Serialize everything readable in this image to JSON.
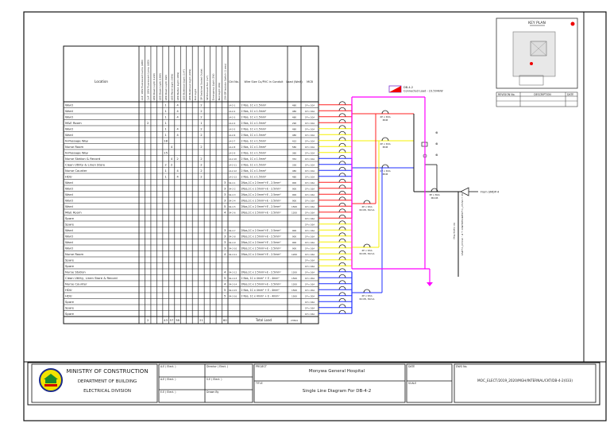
{
  "table": {
    "location_header": "Location",
    "fixture_headers": [
      "2x4' 18W Fluorescent Lamp (LED)",
      "1x4' 18W Fluorescent Lamp (LED)",
      "LED Down Light (12W)",
      "LED Down Light (18W)",
      "LED Down Light (6W)",
      "LED Panel Light (36W)",
      "LED Batten Light (18W)",
      "LED Bulkhead Light (1x4')",
      "LED Bulkhead Light (20W)",
      "Exit Light",
      "SP Switched Socket Outlet",
      "SP Exhaust Fan (12\")",
      "Emergency Light (3W)",
      "Bed Light (6W)",
      "20A DP Isolator Switch (1 way)"
    ],
    "ckt_header": "Ckt No.",
    "wire_header": "Wire Size Cu/PVC in Conduit",
    "load_header": "Load (Watt)",
    "mcb_header": "MCB",
    "rows": [
      {
        "loc": "Ward",
        "counts": {
          "4": "1",
          "6": "4",
          "10": "2"
        },
        "ckt": "L4-2-1",
        "wire": "2 Nos, 1C x 1.5mm²",
        "load": "480",
        "mcb": "1P x 10A",
        "phase": "red"
      },
      {
        "loc": "Ward",
        "counts": {
          "4": "1",
          "6": "4",
          "10": "2"
        },
        "ckt": "L4-2-2",
        "wire": "2 Nos, 1C x 1.5mm²",
        "load": "480",
        "mcb": "1P x 10A",
        "phase": "red"
      },
      {
        "loc": "Ward",
        "counts": {
          "4": "1",
          "6": "4",
          "10": "2"
        },
        "ckt": "L4-2-3",
        "wire": "2 Nos, 1C x 1.5mm²",
        "load": "480",
        "mcb": "1P x 10A",
        "phase": "red"
      },
      {
        "loc": "M&E Room",
        "counts": {
          "1": "2",
          "4": "1",
          "10": "1"
        },
        "ckt": "L4-2-4",
        "wire": "2 Nos, 1C x 1.5mm²",
        "load": "290",
        "mcb": "1P x 10A",
        "phase": "red"
      },
      {
        "loc": "Ward",
        "counts": {
          "4": "1",
          "6": "4",
          "10": "2"
        },
        "ckt": "L4-2-5",
        "wire": "2 Nos, 1C x 1.5mm²",
        "load": "480",
        "mcb": "1P x 10A",
        "phase": "yellow"
      },
      {
        "loc": "Ward",
        "counts": {
          "4": "1",
          "6": "4",
          "10": "2"
        },
        "ckt": "L4-2-6",
        "wire": "2 Nos, 1C x 1.5mm²",
        "load": "480",
        "mcb": "1P x 10A",
        "phase": "yellow"
      },
      {
        "loc": "N-Passage Way",
        "counts": {
          "4": "18"
        },
        "ckt": "L4-2-7",
        "wire": "2 Nos, 1C x 1.5mm²",
        "load": "432",
        "mcb": "1P x 10A",
        "phase": "yellow"
      },
      {
        "loc": "Nurse Room",
        "counts": {
          "5": "4",
          "10": "2"
        },
        "ckt": "L4-2-8",
        "wire": "2 Nos, 1C x 1.5mm²",
        "load": "580",
        "mcb": "1P x 10A",
        "phase": "yellow"
      },
      {
        "loc": "N-Passage Way",
        "counts": {
          "4": "15"
        },
        "ckt": "L4-2-9",
        "wire": "2 Nos, 1C x 1.5mm²",
        "load": "360",
        "mcb": "1P x 10A",
        "phase": "yellow"
      },
      {
        "loc": "Nurse Station & Record",
        "counts": {
          "5": "4",
          "6": "2",
          "10": "2"
        },
        "ckt": "L4-2-10",
        "wire": "2 Nos, 1C x 1.5mm²",
        "load": "352",
        "mcb": "1P x 10A",
        "phase": "blue"
      },
      {
        "loc": "Clean Utility & Linen Store",
        "counts": {
          "4": "2",
          "5": "2",
          "10": "2"
        },
        "ckt": "L4-2-11",
        "wire": "2 Nos, 1C x 1.5mm²",
        "load": "336",
        "mcb": "1P x 10A",
        "phase": "blue"
      },
      {
        "loc": "Nurse Counter",
        "counts": {
          "4": "1",
          "6": "4",
          "10": "2"
        },
        "ckt": "L4-2-12",
        "wire": "2 Nos, 1C x 1.5mm²",
        "load": "480",
        "mcb": "1P x 10A",
        "phase": "blue"
      },
      {
        "loc": "HDU",
        "counts": {
          "4": "1",
          "6": "4",
          "10": "2"
        },
        "ckt": "L4-2-13",
        "wire": "2 Nos, 1C x 1.5mm²",
        "load": "480",
        "mcb": "1P x 10A",
        "phase": "blue"
      },
      {
        "loc": "Ward",
        "counts": {
          "14": "3"
        },
        "ckt": "S4-2-1",
        "wire": "2Nos,1C x 2.5mm²+E - 2.5mm²",
        "load": "900",
        "mcb": "1P x 16A",
        "phase": "red"
      },
      {
        "loc": "Ward",
        "counts": {
          "14": "3"
        },
        "ckt": "S4-2-2",
        "wire": "2Nos,1C x 2.5mm²+E - 2.5mm²",
        "load": "900",
        "mcb": "1P x 16A",
        "phase": "red"
      },
      {
        "loc": "Ward",
        "counts": {
          "14": "3"
        },
        "ckt": "S4-2-3",
        "wire": "2Nos,1C x 2.5mm²+E - 2.5mm²",
        "load": "900",
        "mcb": "1P x 16A",
        "phase": "red"
      },
      {
        "loc": "Ward",
        "counts": {
          "14": "3"
        },
        "ckt": "S4-2-4",
        "wire": "2Nos,1C x 2.5mm²+E - 2.5mm²",
        "load": "900",
        "mcb": "1P x 16A",
        "phase": "red"
      },
      {
        "loc": "Ward",
        "counts": {
          "14": "5"
        },
        "ckt": "S4-2-5",
        "wire": "2Nos,1C x 2.5mm²+E - 2.5mm²",
        "load": "1500",
        "mcb": "1P x 16A",
        "phase": "red"
      },
      {
        "loc": "M&E Room",
        "counts": {
          "14": "4"
        },
        "ckt": "S4-2-6",
        "wire": "2Nos,1C x 2.5mm²+E - 2.5mm²",
        "load": "1200",
        "mcb": "1P x 16A",
        "phase": "red"
      },
      {
        "loc": "Spare",
        "counts": {},
        "ckt": "",
        "wire": "",
        "load": "",
        "mcb": "1P x 16A",
        "phase": "red"
      },
      {
        "loc": "Spare",
        "counts": {},
        "ckt": "",
        "wire": "",
        "load": "",
        "mcb": "1P x 16A",
        "phase": "yellow"
      },
      {
        "loc": "Ward",
        "counts": {
          "14": "3"
        },
        "ckt": "S4-2-7",
        "wire": "2Nos,1C x 2.5mm²+E - 2.5mm²",
        "load": "900",
        "mcb": "1P x 16A",
        "phase": "yellow"
      },
      {
        "loc": "Ward",
        "counts": {
          "14": "3"
        },
        "ckt": "S4-2-8",
        "wire": "2Nos,1C x 2.5mm²+E - 2.5mm²",
        "load": "900",
        "mcb": "1P x 16A",
        "phase": "yellow"
      },
      {
        "loc": "Ward",
        "counts": {
          "14": "3"
        },
        "ckt": "S4-2-9",
        "wire": "2Nos,1C x 2.5mm²+E - 2.5mm²",
        "load": "900",
        "mcb": "1P x 16A",
        "phase": "yellow"
      },
      {
        "loc": "Ward",
        "counts": {
          "14": "3"
        },
        "ckt": "S4-2-10",
        "wire": "2Nos,1C x 2.5mm²+E - 2.5mm²",
        "load": "900",
        "mcb": "1P x 16A",
        "phase": "yellow"
      },
      {
        "loc": "Nurse Room",
        "counts": {
          "14": "4"
        },
        "ckt": "S4-2-11",
        "wire": "2Nos,1C x 2.5mm²+E - 2.5mm²",
        "load": "1200",
        "mcb": "1P x 16A",
        "phase": "yellow"
      },
      {
        "loc": "Spare",
        "counts": {},
        "ckt": "",
        "wire": "",
        "load": "",
        "mcb": "1P x 16A",
        "phase": "yellow"
      },
      {
        "loc": "Spare",
        "counts": {},
        "ckt": "",
        "wire": "",
        "load": "",
        "mcb": "1P x 16A",
        "phase": "yellow"
      },
      {
        "loc": "Nurse Station",
        "counts": {
          "14": "4"
        },
        "ckt": "S4-2-12",
        "wire": "2Nos,1C x 2.5mm²+E - 2.5mm²",
        "load": "1200",
        "mcb": "1P x 16A",
        "phase": "blue"
      },
      {
        "loc": "Clean Utility, Linen Store & Record",
        "counts": {
          "14": "5"
        },
        "ckt": "S4-2-13",
        "wire": "2 Nos, 1C x 4mm² + E - 4mm²",
        "load": "1500",
        "mcb": "1P x 20A",
        "phase": "blue"
      },
      {
        "loc": "Nurse Counter",
        "counts": {
          "14": "4"
        },
        "ckt": "S4-2-14",
        "wire": "2Nos,1C x 2.5mm²+E - 2.5mm²",
        "load": "1200",
        "mcb": "1P x 16A",
        "phase": "blue"
      },
      {
        "loc": "HDU",
        "counts": {
          "14": "5"
        },
        "ckt": "S4-2-15",
        "wire": "2 Nos, 1C x 4mm² + E - 4mm²",
        "load": "1500",
        "mcb": "1P x 20A",
        "phase": "blue"
      },
      {
        "loc": "HDU",
        "counts": {
          "14": "5"
        },
        "ckt": "S4-2-16",
        "wire": "2 Nos, 1C x 4mm² + E - 4mm²",
        "load": "1500",
        "mcb": "1P x 20A",
        "phase": "blue"
      },
      {
        "loc": "Spare",
        "counts": {},
        "ckt": "",
        "wire": "",
        "load": "",
        "mcb": "1P x 16A",
        "phase": "blue"
      },
      {
        "loc": "Spare",
        "counts": {},
        "ckt": "",
        "wire": "",
        "load": "",
        "mcb": "1P x 16A",
        "phase": "blue"
      },
      {
        "loc": "Spare",
        "counts": {},
        "ckt": "",
        "wire": "",
        "load": "",
        "mcb": "1P x 16A",
        "phase": "blue"
      }
    ],
    "totals": {
      "1": "2",
      "4": "43",
      "5": "57",
      "6": "38",
      "10": "21",
      "14": "60"
    },
    "total_label": "Total Load",
    "total_load": "23504"
  },
  "colors": {
    "red": "#ff2020",
    "yellow": "#f5f000",
    "blue": "#1f2fff",
    "earth": "#ff00ff",
    "line": "#111111"
  },
  "diagram": {
    "db_name": "DB-4-2",
    "connected_load": "Connected Load - 23.504kW",
    "mcb_label": "2P x 63A",
    "mcb_sub": "MCB",
    "rccb_label": "2P x 63A",
    "rccb_sub": "RCCB, 30mA",
    "mccb_label": "3P x 80A",
    "mccb_sub": "MCCB",
    "from_label": "From SMDP-4",
    "cable_label": "4C x 35mm² Cu/XLPE/SWA/PVC + E - 35mm² Cu/PVC",
    "cable_sub": "On Cable Tray"
  },
  "keyplan": {
    "title": "KEY PLAN"
  },
  "revision": {
    "headers": [
      "REVISION No.",
      "DESCRIPTION",
      "DATE"
    ]
  },
  "titleblock": {
    "ministry": "MINISTRY OF CONSTRUCTION",
    "department": "DEPARTMENT OF BUILDING",
    "division": "ELECTRICAL DIVISION",
    "sign_labels": [
      "A.E ( Elect. )",
      "Director ( Elect. )",
      "A.E ( Elect. )",
      "S.E ( Elect. )",
      "E.E ( Elect. )",
      "Drawn By"
    ],
    "project_label": "PROJECT",
    "project": "Monywa General Hospital",
    "title_label": "TITLE",
    "title": "Single Line Diagram For DB-4-2",
    "date_label": "DATE",
    "scale_label": "SCALE",
    "dwg_label": "DWG No.",
    "dwg_no": "MOC_ELECT/2019_2020/MGH/INTERNAL/CKT/DB-4-2(033)"
  }
}
